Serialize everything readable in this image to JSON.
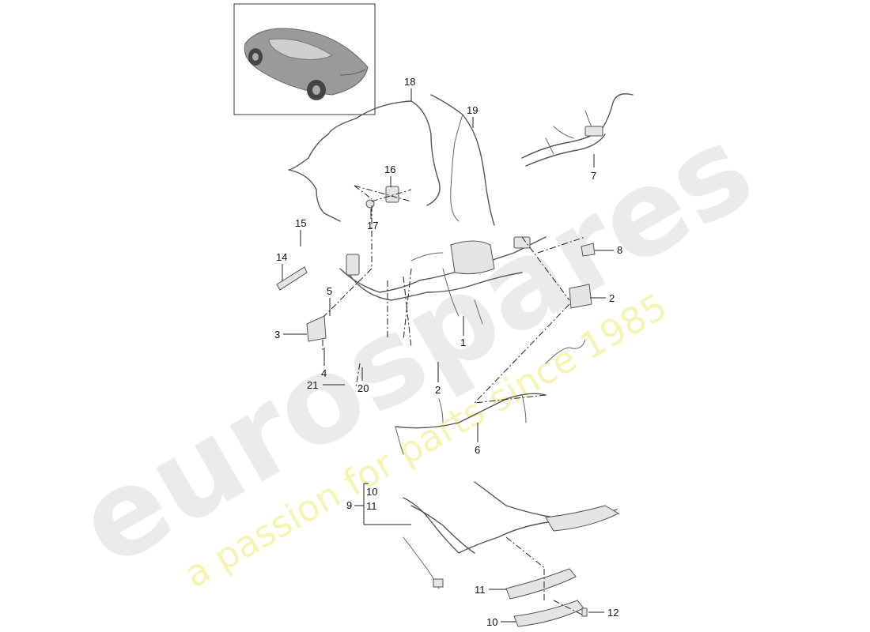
{
  "watermark": {
    "logo": "eurospares",
    "tagline": "a passion for parts since 1985"
  },
  "callouts": {
    "c1": "1",
    "c2a": "2",
    "c2b": "2",
    "c3": "3",
    "c4": "4",
    "c5": "5",
    "c6": "6",
    "c7": "7",
    "c8": "8",
    "c9": "9",
    "c10a": "10",
    "c11a": "11",
    "c10b": "10",
    "c11b": "11",
    "c12": "12",
    "c14": "14",
    "c15": "15",
    "c16": "16",
    "c17": "17",
    "c18": "18",
    "c19": "19",
    "c20": "20",
    "c21": "21"
  }
}
